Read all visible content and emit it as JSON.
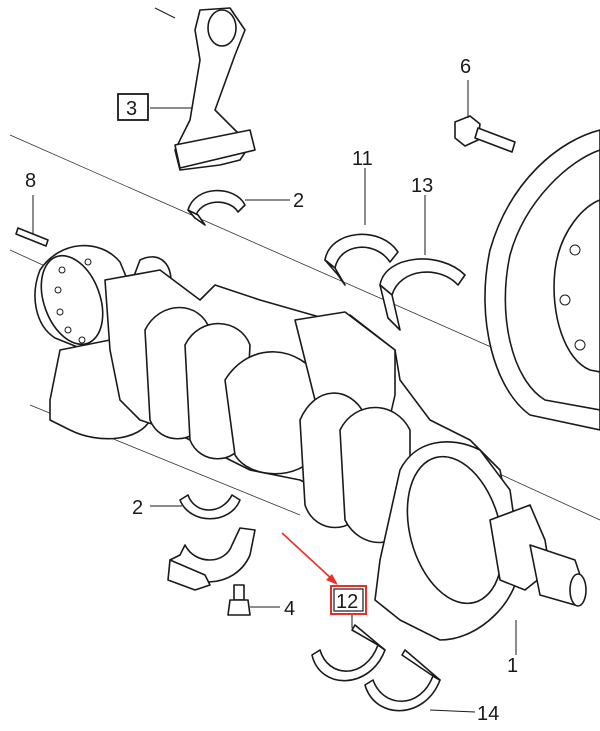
{
  "diagram": {
    "callouts": {
      "p1": "1",
      "p2a": "2",
      "p2b": "2",
      "p3": "3",
      "p4": "4",
      "p6": "6",
      "p8": "8",
      "p11": "11",
      "p12": "12",
      "p13": "13",
      "p14": "14"
    },
    "highlight_color": "#e8302a",
    "line_color": "#1a1a1a"
  }
}
